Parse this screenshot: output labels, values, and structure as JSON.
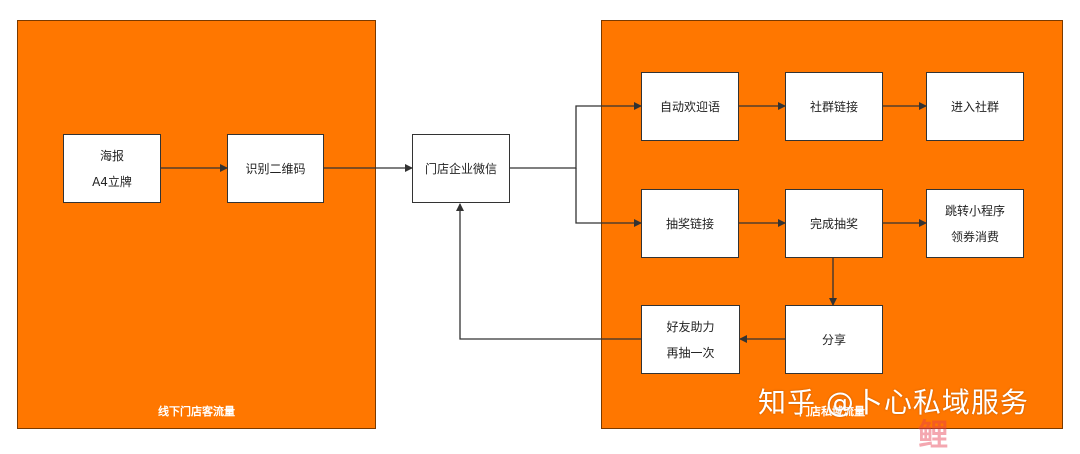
{
  "regions": {
    "offline": {
      "label": "线下门店客流量"
    },
    "private": {
      "label": "门店私域流量"
    }
  },
  "nodes": {
    "poster": {
      "line1": "海报",
      "line2": "A4立牌"
    },
    "scan_qr": {
      "label": "识别二维码"
    },
    "store_wecom": {
      "label": "门店企业微信"
    },
    "auto_welcome": {
      "label": "自动欢迎语"
    },
    "group_link": {
      "label": "社群链接"
    },
    "join_group": {
      "label": "进入社群"
    },
    "lottery_link": {
      "label": "抽奖链接"
    },
    "complete_lottery": {
      "label": "完成抽奖"
    },
    "miniprogram": {
      "line1": "跳转小程序",
      "line2": "领券消费"
    },
    "share": {
      "label": "分享"
    },
    "friend_help": {
      "line1": "好友助力",
      "line2": "再抽一次"
    }
  },
  "watermark": {
    "text": "知乎 @卜心私域服务"
  },
  "corner_mark": {
    "text": "鲤"
  },
  "colors": {
    "region_fill": "#ff7700",
    "edge": "#333333"
  }
}
